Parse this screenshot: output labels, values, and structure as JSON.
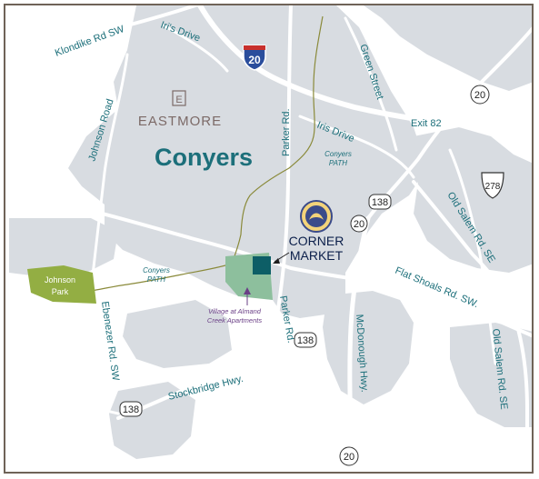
{
  "places": {
    "city": "Conyers",
    "eastmore": "EASTMORE",
    "eastmore_mark": "E",
    "johnson_park_line1": "Johnson",
    "johnson_park_line2": "Park",
    "corner_market_line1": "CORNER",
    "corner_market_line2": "MARKET",
    "village_line1": "Village at Almand",
    "village_line2": "Creek Apartments",
    "conyers_path_1_line1": "Conyers",
    "conyers_path_1_line2": "PATH",
    "conyers_path_2_line1": "Conyers",
    "conyers_path_2_line2": "PATH"
  },
  "roads": {
    "klondike": "Klondike Rd SW",
    "iris_drive_north": "Iri's Drive",
    "iris_drive": "Iris Drive",
    "johnson_road": "Johnson Road",
    "parker_north": "Parker Rd.",
    "parker_south": "Parker Rd.",
    "green_street": "Green Street",
    "exit82": "Exit 82",
    "old_salem_north": "Old Salem Rd. SE",
    "old_salem_south": "Old Salem Rd. SE",
    "flat_shoals": "Flat Shoals Rd. SW.",
    "mcdonough": "McDonough Hwy.",
    "ebenezer": "Ebenezer Rd. SW",
    "stockbridge": "Stockbridge Hwy."
  },
  "shields": {
    "i20": "20",
    "us278": "278",
    "sr20_ne": "20",
    "sr20_center": "20",
    "sr20_south": "20",
    "sr138_a": "138",
    "sr138_b": "138",
    "sr138_c": "138"
  },
  "colors": {
    "urban": "#d8dce1",
    "road": "#ffffff",
    "label": "#1c6f7a",
    "park": "#93ae43",
    "site": "#0d5e66",
    "village": "#8dbf9d",
    "path_trail": "#8a8a3a",
    "frame": "#6f6358"
  }
}
